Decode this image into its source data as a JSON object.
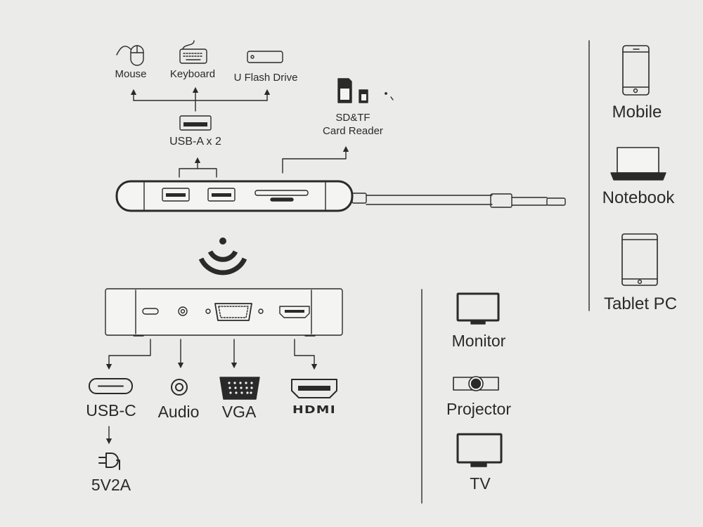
{
  "top": {
    "peripherals": [
      {
        "icon": "mouse-icon",
        "label": "Mouse"
      },
      {
        "icon": "keyboard-icon",
        "label": "Keyboard"
      },
      {
        "icon": "usb-flash-drive-icon",
        "label": "U Flash Drive"
      }
    ],
    "usb_a": {
      "icon": "usb-a-port-icon",
      "label": "USB-A x 2"
    },
    "card_reader": {
      "icon": "sd-card-icon",
      "label_line1": "SD&TF",
      "label_line2": "Card Reader"
    }
  },
  "bottom_ports": [
    {
      "icon": "usb-c-port-icon",
      "label": "USB-C"
    },
    {
      "icon": "audio-jack-icon",
      "label": "Audio"
    },
    {
      "icon": "vga-port-icon",
      "label": "VGA"
    },
    {
      "icon": "hdmi-port-icon",
      "label": "HDMI"
    }
  ],
  "power": {
    "icon": "power-plug-icon",
    "label": "5V2A"
  },
  "displays": [
    {
      "icon": "monitor-icon",
      "label": "Monitor"
    },
    {
      "icon": "projector-icon",
      "label": "Projector"
    },
    {
      "icon": "tv-icon",
      "label": "TV"
    }
  ],
  "host_devices": [
    {
      "icon": "mobile-phone-icon",
      "label": "Mobile"
    },
    {
      "icon": "notebook-icon",
      "label": "Notebook"
    },
    {
      "icon": "tablet-icon",
      "label": "Tablet PC"
    }
  ],
  "colors": {
    "background": "#ebebea",
    "line": "#2a2a2a",
    "device_fill": "#f4f4f2",
    "device_dark": "#3a3a3a"
  }
}
